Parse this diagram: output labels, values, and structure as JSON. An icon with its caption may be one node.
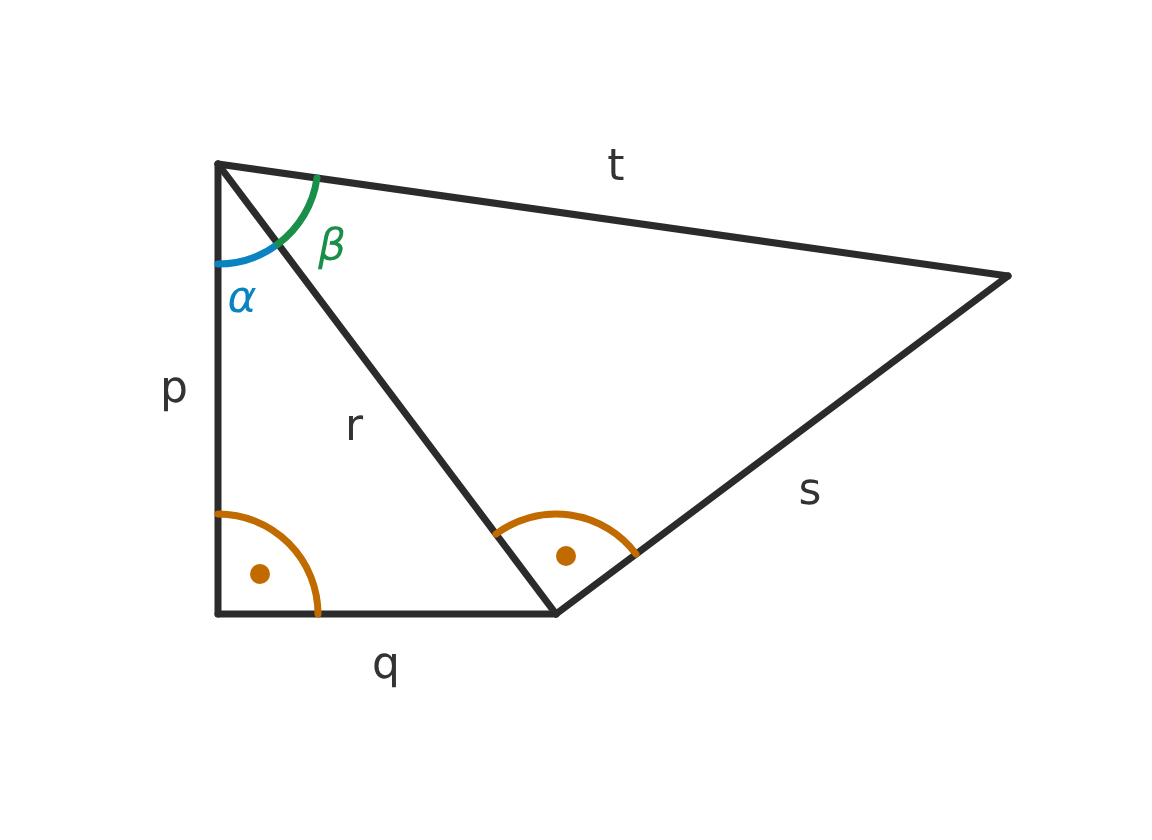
{
  "diagram": {
    "labels": [
      "t",
      "β",
      "α",
      "p",
      "r",
      "s",
      "q"
    ]
  }
}
